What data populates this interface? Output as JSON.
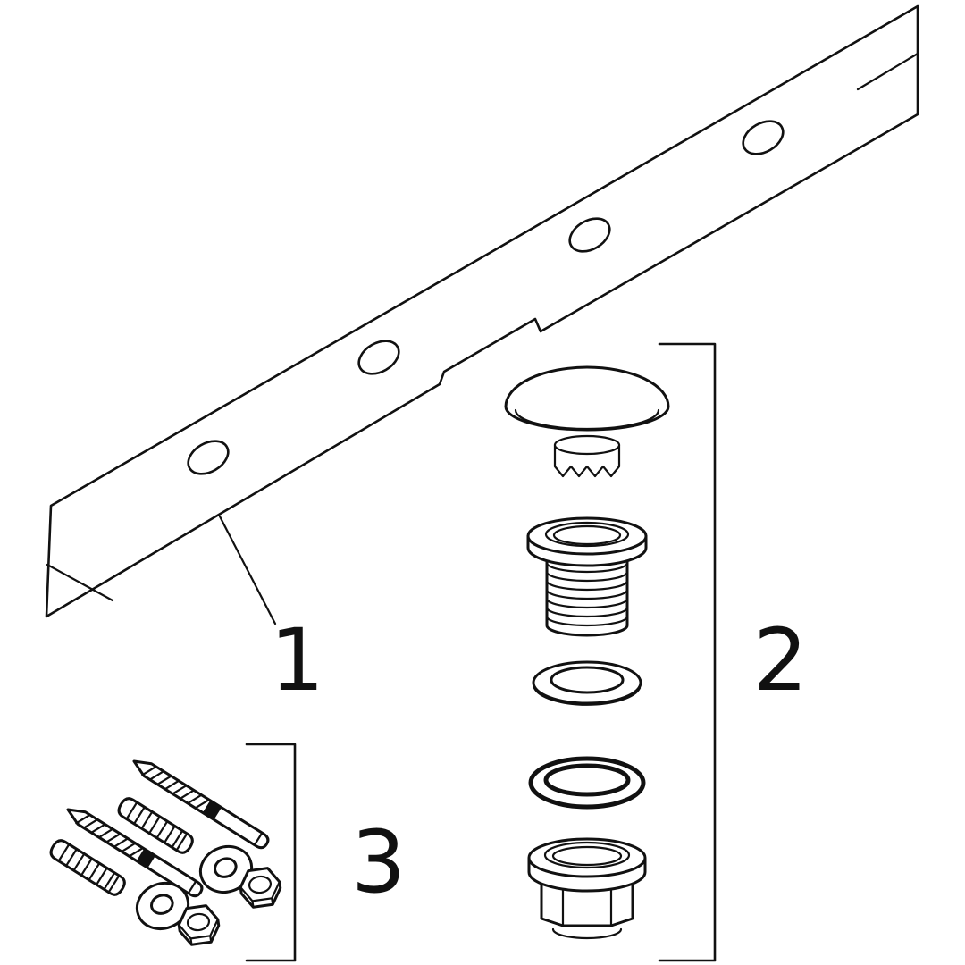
{
  "figure": {
    "type": "exploded-parts-diagram",
    "background_color": "#ffffff",
    "line_color": "#111111",
    "callouts": {
      "rail": {
        "label": "1",
        "part": "wall-mounting-rail-with-oblong-holes"
      },
      "drain_set": {
        "label": "2",
        "part": "drain-valve-assembly"
      },
      "fixing_set": {
        "label": "3",
        "part": "fixing-set-screws-plugs-washers-nuts"
      }
    },
    "parts": {
      "rail": "mounting rail, 4 oblong holes, angled view",
      "drain_set": [
        "push-open cap",
        "retaining clip",
        "threaded flanged sleeve",
        "flat washer",
        "sealing ring",
        "flanged hex nut"
      ],
      "fixing_set": [
        "2 screws",
        "2 wall plugs",
        "2 washers",
        "2 hex nuts"
      ]
    }
  }
}
